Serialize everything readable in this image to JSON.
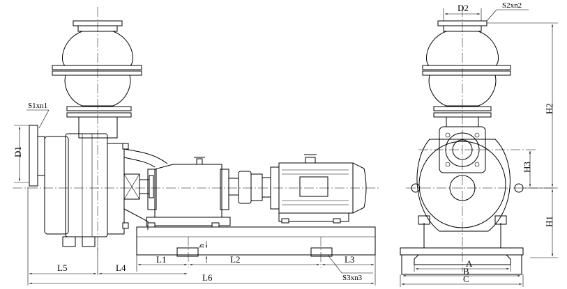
{
  "labels": {
    "L5": "L5",
    "L4": "L4",
    "L1": "L1",
    "L2": "L2",
    "L3": "L3",
    "L6": "L6",
    "D1": "D1",
    "D2": "D2",
    "A": "A",
    "B": "B",
    "C": "C",
    "H1": "H1",
    "H2": "H2",
    "H3": "H3",
    "h": "h",
    "S1": "S1xn1",
    "S2": "S2xn2",
    "S3": "S3xn3"
  }
}
